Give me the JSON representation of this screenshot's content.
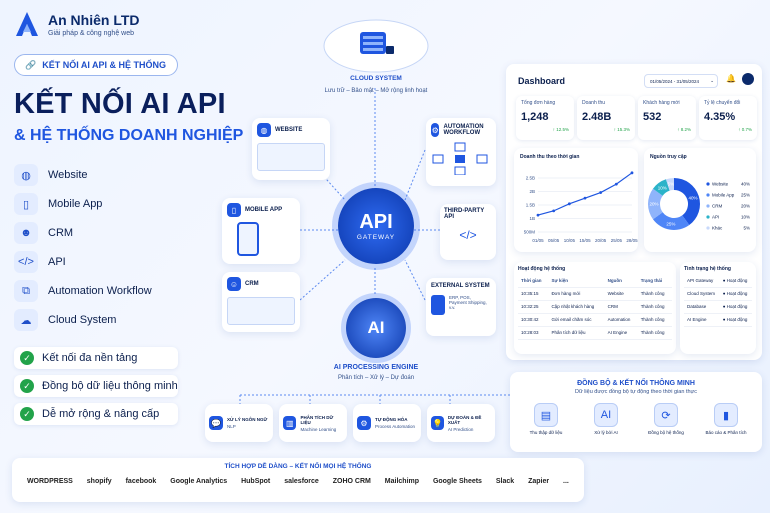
{
  "brand": {
    "name": "An Nhiên LTD",
    "tagline": "Giải pháp & công nghệ web"
  },
  "pill": "KẾT NỐI AI API & HỆ THỐNG",
  "headline": "KẾT NỐI AI API",
  "subheadline": "& HỆ THỐNG DOANH NGHIỆP",
  "features": [
    {
      "label": "Website",
      "icon": "globe-icon"
    },
    {
      "label": "Mobile App",
      "icon": "phone-icon"
    },
    {
      "label": "CRM",
      "icon": "users-icon"
    },
    {
      "label": "API",
      "icon": "code-icon"
    },
    {
      "label": "Automation Workflow",
      "icon": "flow-icon"
    },
    {
      "label": "Cloud System",
      "icon": "cloud-icon"
    }
  ],
  "checks": [
    "Kết nối đa nền tảng",
    "Đồng bộ dữ liệu thông minh",
    "Dễ mở rộng & nâng cấp"
  ],
  "cloud": {
    "title": "CLOUD SYSTEM",
    "sub": "Lưu trữ – Bảo mật – Mở rộng linh hoạt"
  },
  "nodes": {
    "website": "WEBSITE",
    "mobile": "MOBILE APP",
    "crm": "CRM",
    "automation": "AUTOMATION WORKFLOW",
    "thirdparty": "THIRD-PARTY API",
    "external": "EXTERNAL SYSTEM",
    "external_sub": "ERP, POS, Payment Shipping, v.v."
  },
  "api": {
    "big": "API",
    "small": "GATEWAY"
  },
  "ai": {
    "big": "AI",
    "title": "AI PROCESSING ENGINE",
    "sub": "Phân tích – Xử lý – Dự đoán"
  },
  "modules": [
    {
      "t": "XỬ LÝ NGÔN NGỮ",
      "s": "NLP"
    },
    {
      "t": "PHÂN TÍCH DỮ LIỆU",
      "s": "Machine Learning"
    },
    {
      "t": "TỰ ĐỘNG HÓA",
      "s": "Process Automation"
    },
    {
      "t": "DỰ ĐOÁN & ĐỀ XUẤT",
      "s": "AI Prediction"
    }
  ],
  "dashboard": {
    "title": "Dashboard",
    "range": "01/05/2024 - 31/05/2024",
    "kpis": [
      {
        "l": "Tổng đơn hàng",
        "v": "1,248",
        "d": "↑ 12.5%"
      },
      {
        "l": "Doanh thu",
        "v": "2.48B",
        "d": "↑ 15.3%"
      },
      {
        "l": "Khách hàng mới",
        "v": "532",
        "d": "↑ 8.2%"
      },
      {
        "l": "Tỷ lệ chuyển đổi",
        "v": "4.35%",
        "d": "↑ 0.7%"
      }
    ],
    "line_title": "Doanh thu theo thời gian",
    "pie_title": "Nguồn truy cập",
    "act_title": "Hoạt động hệ thống",
    "act_head": [
      "Thời gian",
      "Sự kiện",
      "Nguồn",
      "Trạng thái"
    ],
    "act_rows": [
      [
        "10:35:15",
        "Đơn hàng mới",
        "Website",
        "Thành công"
      ],
      [
        "10:32:25",
        "Cập nhật khách hàng",
        "CRM",
        "Thành công"
      ],
      [
        "10:30:42",
        "Gửi email chăm sóc",
        "Automation",
        "Thành công"
      ],
      [
        "10:28:03",
        "Phân tích dữ liệu",
        "AI Engine",
        "Thành công"
      ]
    ],
    "status_title": "Tình trạng hệ thống",
    "status_rows": [
      [
        "API Gateway",
        "● Hoạt động"
      ],
      [
        "Cloud System",
        "● Hoạt động"
      ],
      [
        "Database",
        "● Hoạt động"
      ],
      [
        "AI Engine",
        "● Hoạt động"
      ]
    ]
  },
  "sync": {
    "title": "ĐỒNG BỘ & KẾT NỐI THÔNG MINH",
    "sub": "Dữ liệu được đồng bộ tự động theo thời gian thực",
    "steps": [
      "Thu thập dữ liệu",
      "Xử lý bởi AI",
      "Đồng bộ hệ thống",
      "Báo cáo & Phân tích"
    ]
  },
  "integration": {
    "title": "TÍCH HỢP DỄ DÀNG – KẾT NỐI MỌI HỆ THỐNG",
    "partners": [
      "WORDPRESS",
      "shopify",
      "facebook",
      "Google Analytics",
      "HubSpot",
      "salesforce",
      "ZOHO CRM",
      "Mailchimp",
      "Google Sheets",
      "Slack",
      "Zapier",
      "..."
    ]
  },
  "chart_data": [
    {
      "type": "line",
      "categories": [
        "01/05",
        "05/05",
        "10/05",
        "15/05",
        "20/05",
        "25/05",
        "28/05"
      ],
      "values": [
        1.1,
        1.25,
        1.5,
        1.7,
        1.9,
        2.2,
        2.6
      ],
      "yticks": [
        "2.5B",
        "2B",
        "1.5B",
        "1B",
        "500M"
      ],
      "ylim": [
        0.5,
        2.7
      ]
    },
    {
      "type": "pie",
      "labels": [
        "Website",
        "Mobile App",
        "CRM",
        "API",
        "Khác"
      ],
      "values": [
        40,
        25,
        20,
        10,
        5
      ],
      "value_labels": [
        "40%",
        "25%",
        "20%",
        "10%",
        "5%"
      ],
      "colors": [
        "#1f56e0",
        "#4f86f7",
        "#8fb4fb",
        "#2bb3c9",
        "#c8d9fb"
      ]
    }
  ]
}
